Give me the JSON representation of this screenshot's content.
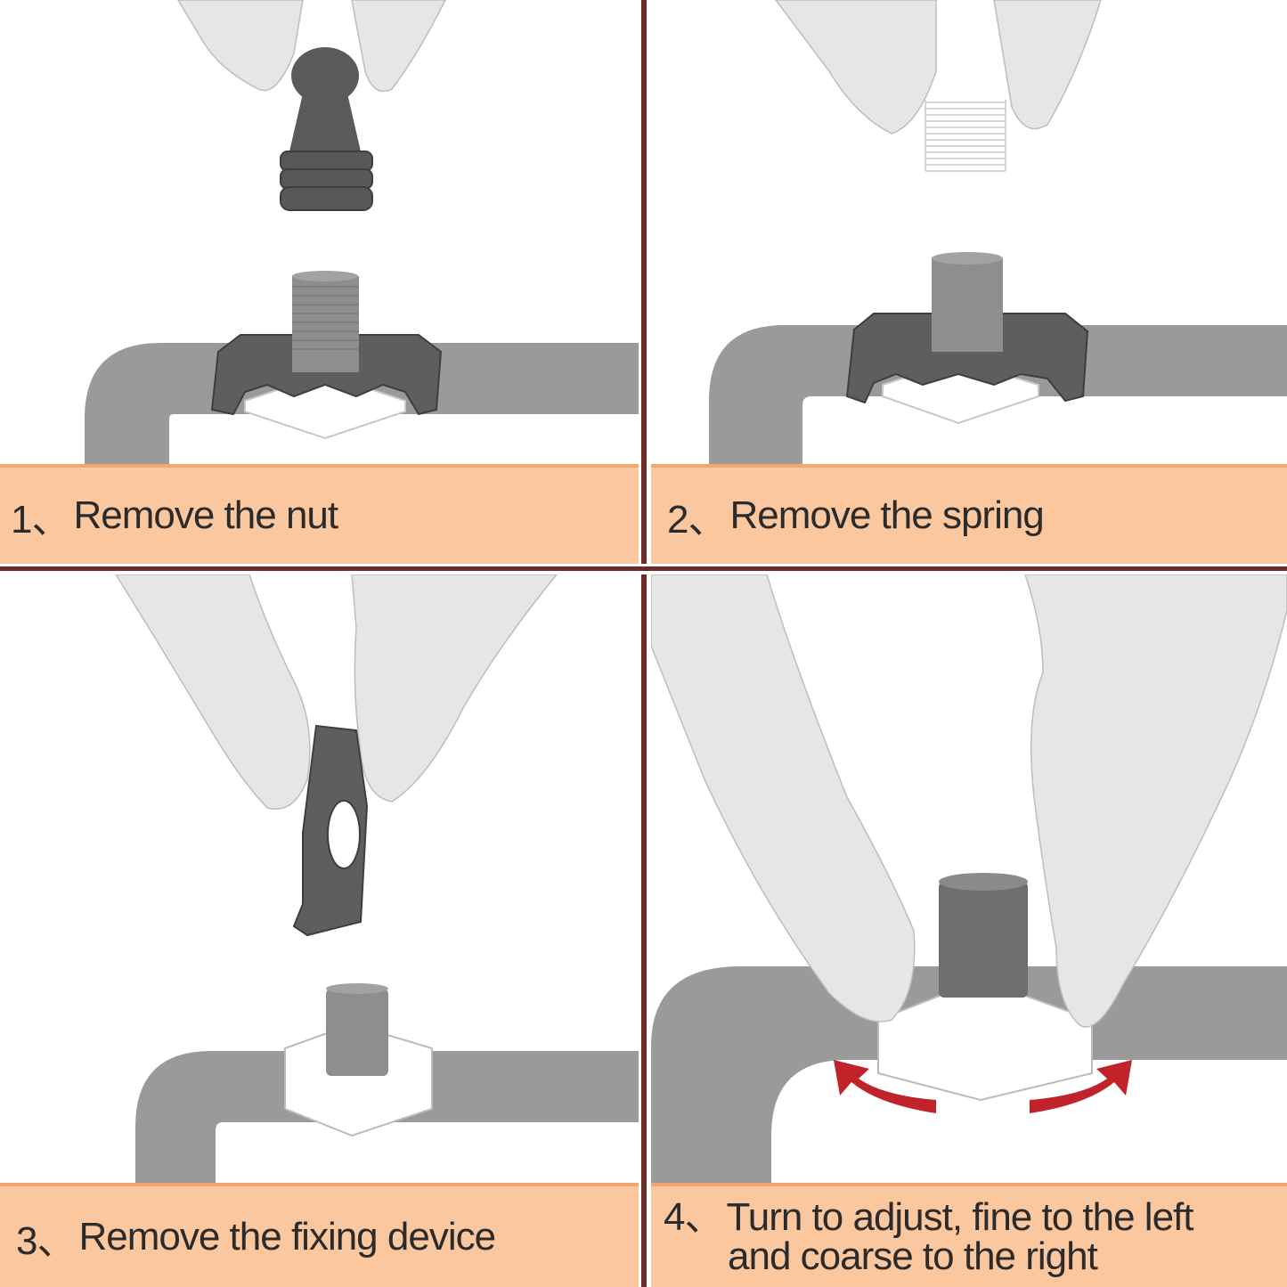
{
  "steps": [
    {
      "number": "1、",
      "text": "Remove the nut"
    },
    {
      "number": "2、",
      "text": "Remove the spring"
    },
    {
      "number": "3、",
      "text": "Remove the fixing device"
    },
    {
      "number": "4、",
      "text_line1": "Turn to adjust, fine to the left",
      "text_line2": "and coarse to the right"
    }
  ],
  "colors": {
    "caption_bg": "#fbc79f",
    "divider": "#6b2c28",
    "pipe": "#999999",
    "part_dark": "#5e5e5e",
    "hand": "#e6e6e6",
    "arrow": "#c0242a"
  }
}
